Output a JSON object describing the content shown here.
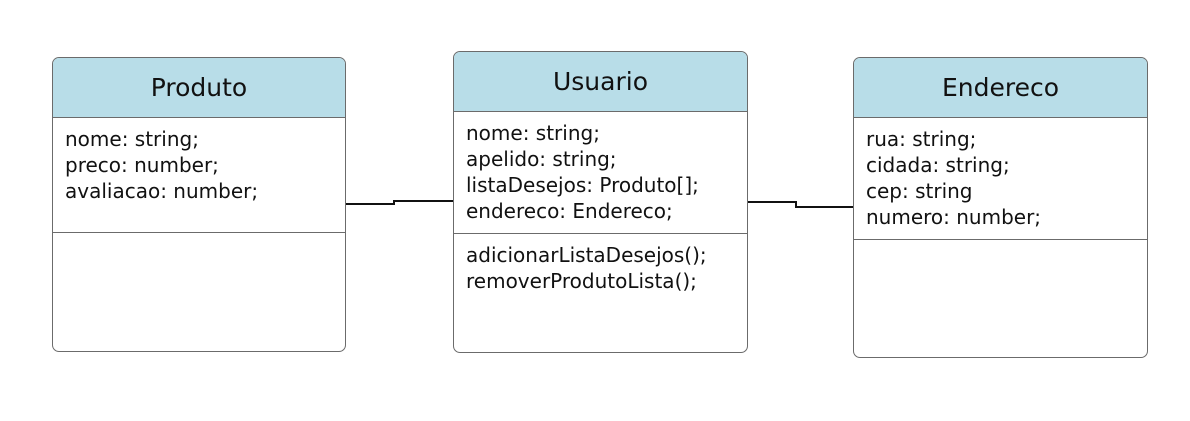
{
  "classes": {
    "produto": {
      "name": "Produto",
      "attributes": [
        "nome: string;",
        "preco: number;",
        "avaliacao: number;"
      ],
      "methods": []
    },
    "usuario": {
      "name": "Usuario",
      "attributes": [
        "nome: string;",
        "apelido: string;",
        "listaDesejos: Produto[];",
        "endereco: Endereco;"
      ],
      "methods": [
        "adicionarListaDesejos();",
        "removerProdutoLista();"
      ]
    },
    "endereco": {
      "name": "Endereco",
      "attributes": [
        "rua: string;",
        "cidada: string;",
        "cep: string",
        "numero: number;"
      ],
      "methods": []
    }
  },
  "associations": [
    {
      "from": "Produto",
      "to": "Usuario"
    },
    {
      "from": "Usuario",
      "to": "Endereco"
    }
  ],
  "colors": {
    "header_fill": "#b8dde8",
    "border": "#6b6b6b",
    "connector": "#111111"
  }
}
